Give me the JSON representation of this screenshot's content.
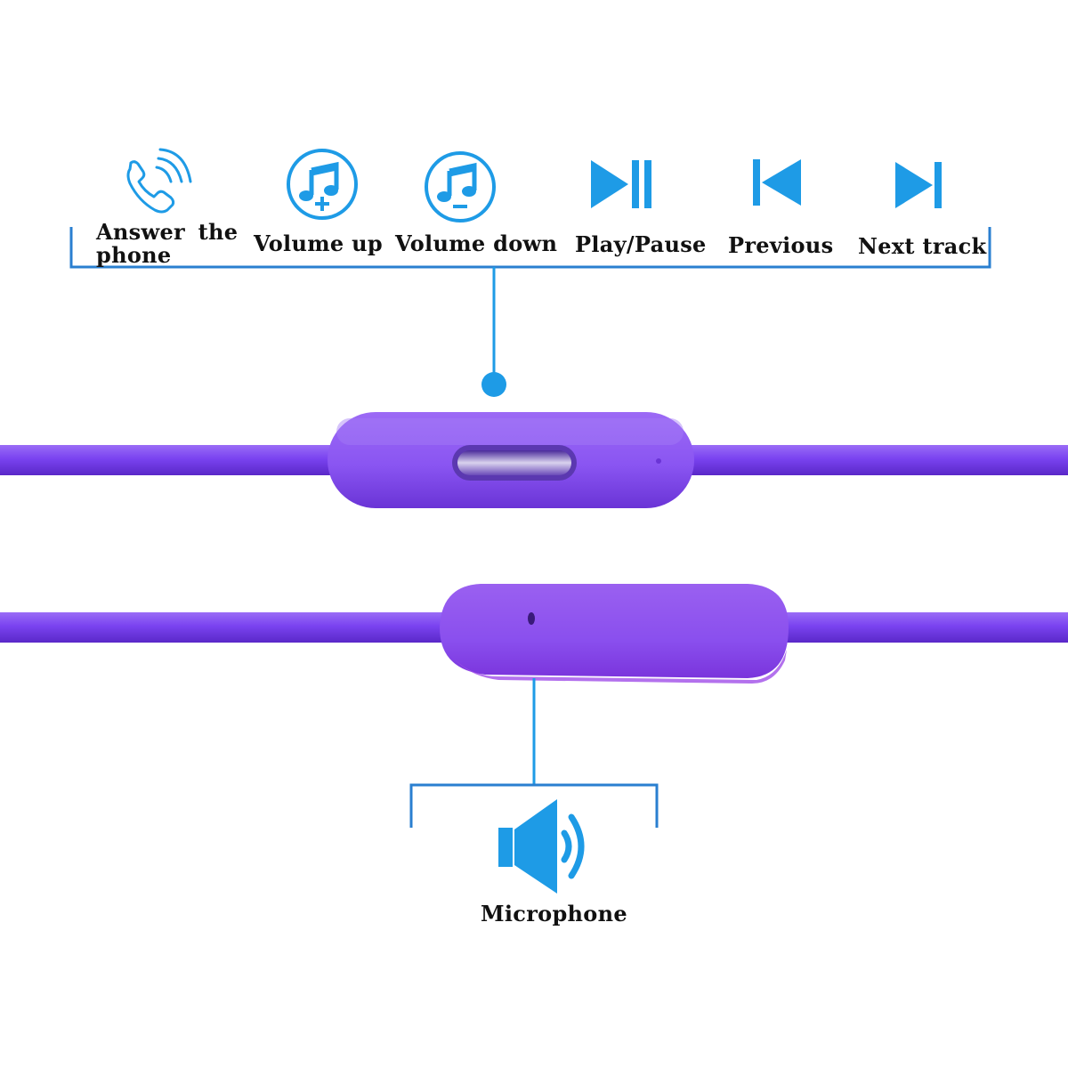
{
  "colors": {
    "accent": "#1e9be6",
    "bracket": "#2a7fd0",
    "cable": "#7a43f0",
    "cable_dark": "#5a28c8",
    "remote": "#8a55f2",
    "remote_shadow": "#6a34d6",
    "text": "#111111"
  },
  "remote_controls": {
    "buttons": [
      {
        "label": "Answer the phone",
        "icon": "phone-ringing-icon"
      },
      {
        "label": "Volume up",
        "icon": "music-note-plus-icon"
      },
      {
        "label": "Volume down",
        "icon": "music-note-minus-icon"
      },
      {
        "label": "Play/Pause",
        "icon": "play-pause-icon"
      },
      {
        "label": "Previous",
        "icon": "previous-track-icon"
      },
      {
        "label": "Next track",
        "icon": "next-track-icon"
      }
    ]
  },
  "microphone": {
    "label": "Microphone",
    "icon": "speaker-icon"
  }
}
